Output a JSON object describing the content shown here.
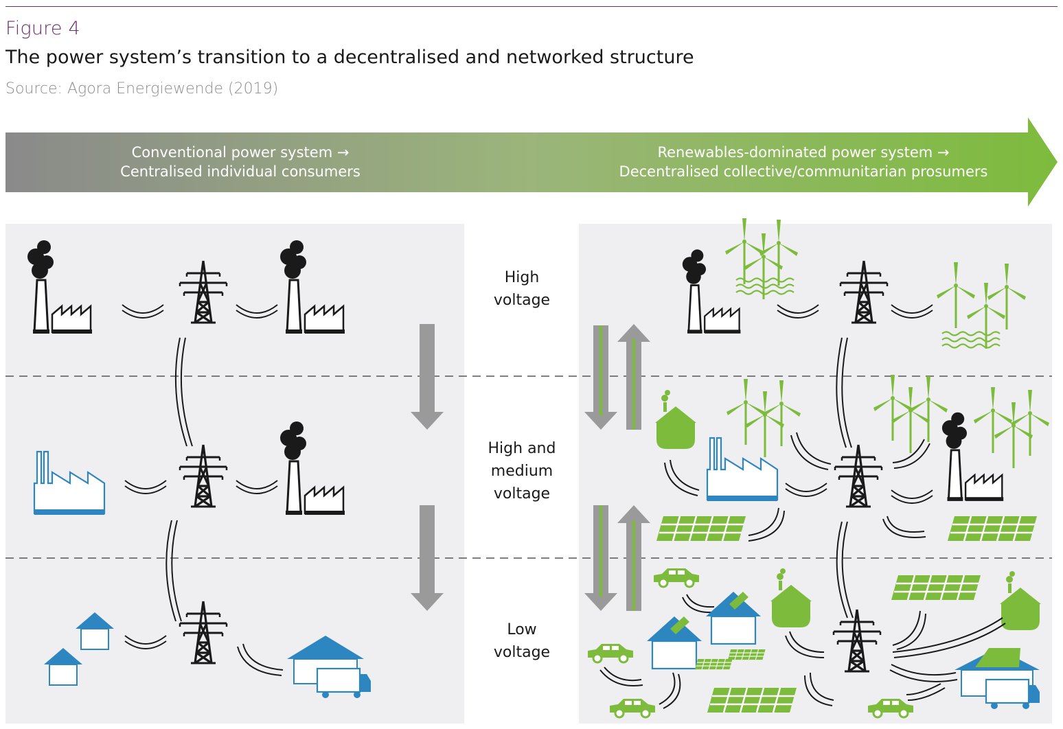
{
  "figure": {
    "number": "Figure 4",
    "title": "The power system’s transition to a decentralised and networked structure",
    "source": "Source: Agora Energiewende (2019)"
  },
  "arrow": {
    "left_line1": "Conventional power system →",
    "left_line2": "Centralised individual consumers",
    "right_line1": "Renewables-dominated power system →",
    "right_line2": "Decentralised collective/communitarian prosumers"
  },
  "voltage_levels": {
    "high_line1": "High",
    "high_line2": "voltage",
    "medium_line1": "High and",
    "medium_line2": "medium",
    "medium_line3": "voltage",
    "low_line1": "Low",
    "low_line2": "voltage"
  },
  "colors": {
    "green": "#7dbb3c",
    "blue": "#2e86c1",
    "grey_panel": "#efeff1",
    "black": "#1a1a1a",
    "arrow_grey": "#9a9a9a",
    "purple": "#6b2d6b"
  }
}
